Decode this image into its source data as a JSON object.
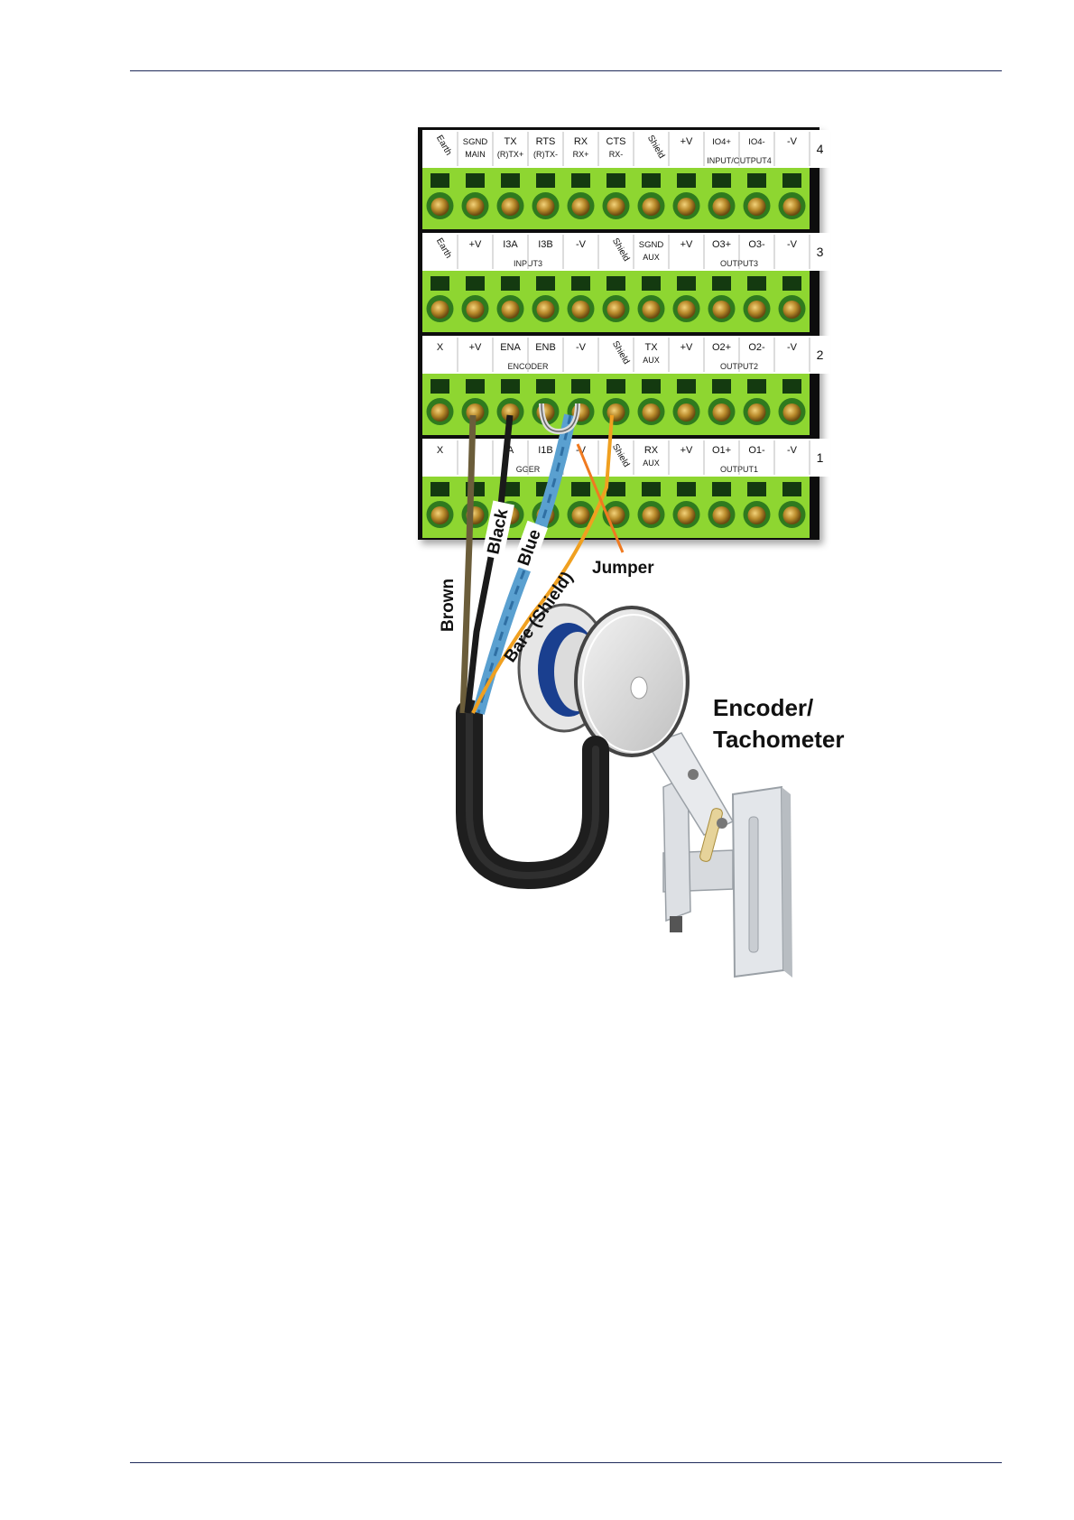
{
  "rows": [
    {
      "number": "4",
      "cells": [
        {
          "type": "earth",
          "text": "Earth"
        },
        {
          "type": "text",
          "lines": [
            "SGND",
            "MAIN"
          ]
        },
        {
          "type": "text",
          "lines": [
            "TX",
            "(R)TX+"
          ]
        },
        {
          "type": "text",
          "lines": [
            "RTS",
            "(R)TX-"
          ]
        },
        {
          "type": "text",
          "lines": [
            "RX",
            "RX+"
          ]
        },
        {
          "type": "text",
          "lines": [
            "CTS",
            "RX-"
          ]
        },
        {
          "type": "shield",
          "text": "Shield"
        },
        {
          "type": "text",
          "lines": [
            "+V",
            ""
          ]
        },
        {
          "type": "text",
          "lines": [
            "IO4+",
            ""
          ]
        },
        {
          "type": "text",
          "lines": [
            "IO4-",
            ""
          ]
        },
        {
          "type": "text",
          "lines": [
            "-V",
            ""
          ]
        }
      ],
      "groups": [
        {
          "label": "INPUT/OUTPUT4",
          "from": 7,
          "to": 10
        }
      ]
    },
    {
      "number": "3",
      "cells": [
        {
          "type": "earth",
          "text": "Earth"
        },
        {
          "type": "text",
          "lines": [
            "+V",
            ""
          ]
        },
        {
          "type": "text",
          "lines": [
            "I3A",
            ""
          ]
        },
        {
          "type": "text",
          "lines": [
            "I3B",
            ""
          ]
        },
        {
          "type": "text",
          "lines": [
            "-V",
            ""
          ]
        },
        {
          "type": "shield",
          "text": "Shield"
        },
        {
          "type": "text",
          "lines": [
            "SGND",
            "AUX"
          ]
        },
        {
          "type": "text",
          "lines": [
            "+V",
            ""
          ]
        },
        {
          "type": "text",
          "lines": [
            "O3+",
            ""
          ]
        },
        {
          "type": "text",
          "lines": [
            "O3-",
            ""
          ]
        },
        {
          "type": "text",
          "lines": [
            "-V",
            ""
          ]
        }
      ],
      "groups": [
        {
          "label": "INPUT3",
          "from": 1,
          "to": 4
        },
        {
          "label": "OUTPUT3",
          "from": 7,
          "to": 10
        }
      ]
    },
    {
      "number": "2",
      "cells": [
        {
          "type": "text",
          "lines": [
            "X",
            ""
          ]
        },
        {
          "type": "text",
          "lines": [
            "+V",
            ""
          ]
        },
        {
          "type": "text",
          "lines": [
            "ENA",
            ""
          ]
        },
        {
          "type": "text",
          "lines": [
            "ENB",
            ""
          ]
        },
        {
          "type": "text",
          "lines": [
            "-V",
            ""
          ]
        },
        {
          "type": "shield",
          "text": "Shield"
        },
        {
          "type": "text",
          "lines": [
            "TX",
            "AUX"
          ]
        },
        {
          "type": "text",
          "lines": [
            "+V",
            ""
          ]
        },
        {
          "type": "text",
          "lines": [
            "O2+",
            ""
          ]
        },
        {
          "type": "text",
          "lines": [
            "O2-",
            ""
          ]
        },
        {
          "type": "text",
          "lines": [
            "-V",
            ""
          ]
        }
      ],
      "groups": [
        {
          "label": "ENCODER",
          "from": 1,
          "to": 4
        },
        {
          "label": "OUTPUT2",
          "from": 7,
          "to": 10
        }
      ]
    },
    {
      "number": "1",
      "cells": [
        {
          "type": "text",
          "lines": [
            "X",
            ""
          ]
        },
        {
          "type": "text",
          "lines": [
            "",
            ""
          ]
        },
        {
          "type": "text",
          "lines": [
            "A",
            ""
          ]
        },
        {
          "type": "text",
          "lines": [
            "I1B",
            ""
          ]
        },
        {
          "type": "text",
          "lines": [
            "-V",
            ""
          ]
        },
        {
          "type": "shield",
          "text": "Shield"
        },
        {
          "type": "text",
          "lines": [
            "RX",
            "AUX"
          ]
        },
        {
          "type": "text",
          "lines": [
            "+V",
            ""
          ]
        },
        {
          "type": "text",
          "lines": [
            "O1+",
            ""
          ]
        },
        {
          "type": "text",
          "lines": [
            "O1-",
            ""
          ]
        },
        {
          "type": "text",
          "lines": [
            "-V",
            ""
          ]
        }
      ],
      "groups": [
        {
          "label": "GGER",
          "from": 1,
          "to": 4
        },
        {
          "label": "OUTPUT1",
          "from": 7,
          "to": 10
        }
      ]
    }
  ],
  "wires": {
    "brown": {
      "label": "Brown",
      "color": "#6b5d3a"
    },
    "black": {
      "label": "Black",
      "color": "#1a1a1a"
    },
    "blue": {
      "label": "Blue",
      "color": "#5aa0d0"
    },
    "shield": {
      "label": "Bare (Shield)",
      "color": "#f0a020"
    },
    "jumper": {
      "label": "Jumper",
      "color": "#f07a20"
    }
  },
  "device": {
    "label_line1": "Encoder/",
    "label_line2": "Tachometer"
  },
  "colors": {
    "terminal_green": "#8ed631",
    "frame": "#111111",
    "cable": "#222222",
    "rule": "#1f2a5a"
  }
}
